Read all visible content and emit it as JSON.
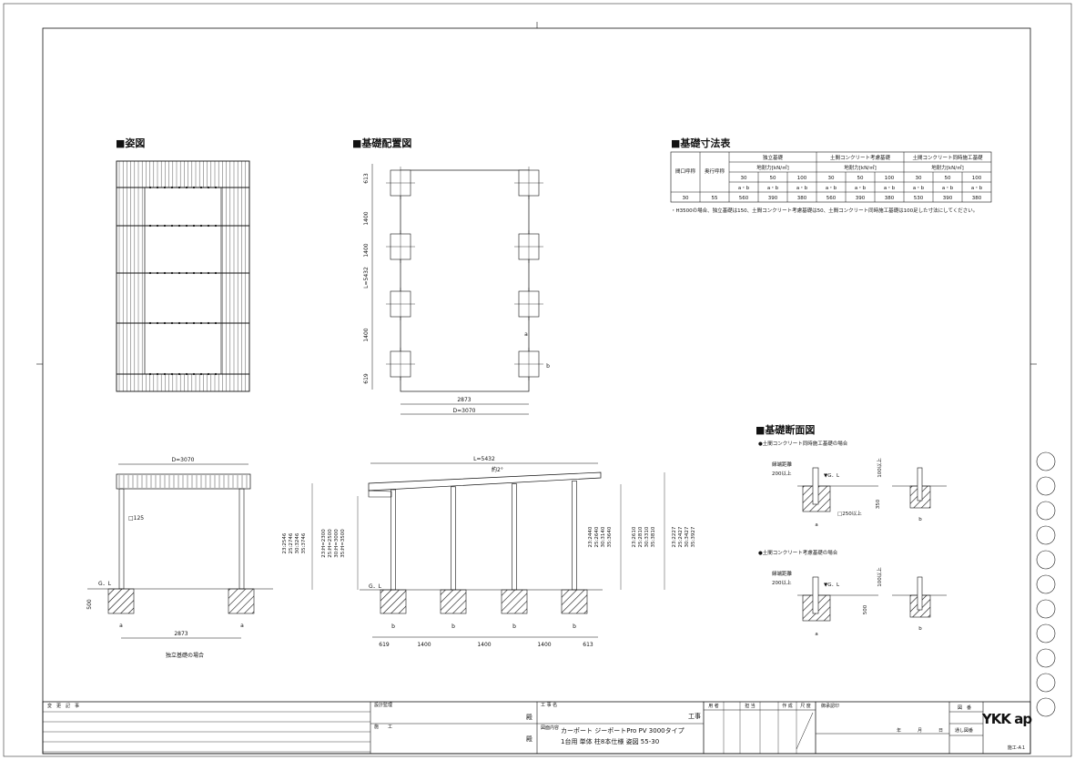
{
  "sections": {
    "sugata": "■姿図",
    "haichi": "■基礎配置図",
    "sunpo": "■基礎寸法表",
    "danmen": "■基礎断面図"
  },
  "dims": {
    "L_total": "L=5432",
    "spacing_1400": "1400",
    "end_613": "613",
    "end_619": "619",
    "width_2873": "2873",
    "D_3070": "D=3070",
    "col_a": "a",
    "col_b": "b",
    "slope": "約2°",
    "gl": "G．L",
    "found_depth_500": "500",
    "post_125": "□125",
    "independent_caption": "独立基礎の場合"
  },
  "front_heights": [
    "23:2546",
    "25:2746",
    "30:3246",
    "35:3746"
  ],
  "front_H": [
    "23:H=2300",
    "25:H=2500",
    "30:H=3000",
    "35:H=3500"
  ],
  "side_mid_heights": [
    "23:2440",
    "25:2640",
    "30:3140",
    "35:3640"
  ],
  "side_low_heights": [
    "23:2610",
    "25:2810",
    "30:3310",
    "35:3810"
  ],
  "side_high_heights": [
    "23:2227",
    "25:2427",
    "30:3427",
    "35:3927"
  ],
  "table": {
    "col_span": "間口呼称",
    "col_depth": "奥行呼称",
    "g1": "独立基礎",
    "g2": "土間コンクリート考慮基礎",
    "g3": "土間コンクリート同時施工基礎",
    "bearing": "地耐力[kN/㎡]",
    "bearing_vals": [
      "30",
      "50",
      "100"
    ],
    "ab": "a・b",
    "row": {
      "span": "30",
      "depth": "55",
      "vals": [
        "560",
        "390",
        "380",
        "560",
        "390",
        "380",
        "530",
        "390",
        "380"
      ]
    },
    "note": "・H3500の場合、独立基礎は150、土間コンクリート考慮基礎は50、土間コンクリート同時施工基礎は100足した寸法にしてください。"
  },
  "section_detail": {
    "case1": "●土間コンクリート同時施工基礎の場合",
    "case2": "●土間コンクリート考慮基礎の場合",
    "edge_label": "縁端距離",
    "edge_val": "200以上",
    "min100": "100以上",
    "d350": "350",
    "d500": "500",
    "sq250": "□250以上",
    "gl": "▼G．L"
  },
  "title_block": {
    "change_log": "変　更　記　事",
    "design_mgr": "設計監理",
    "construction": "施　　工",
    "dono": "殿",
    "project_name_label": "工 事 名",
    "koji": "工事",
    "drawing_label": "図面内容",
    "drawing_line1": "カーポート ジーポートPro PV 3000タイプ",
    "drawing_line2": "1台用 単体 柱8本仕様 姿図 55-30",
    "stamp_cols": [
      "用",
      "者",
      "担",
      "当",
      "作",
      "成",
      "尺",
      "度"
    ],
    "approval": "御承認印",
    "date_y": "年",
    "date_m": "月",
    "date_d": "日",
    "zuban": "図　番",
    "toshi": "通し図番",
    "logo": "YKK ap",
    "sheet_no": "施工-A１"
  }
}
